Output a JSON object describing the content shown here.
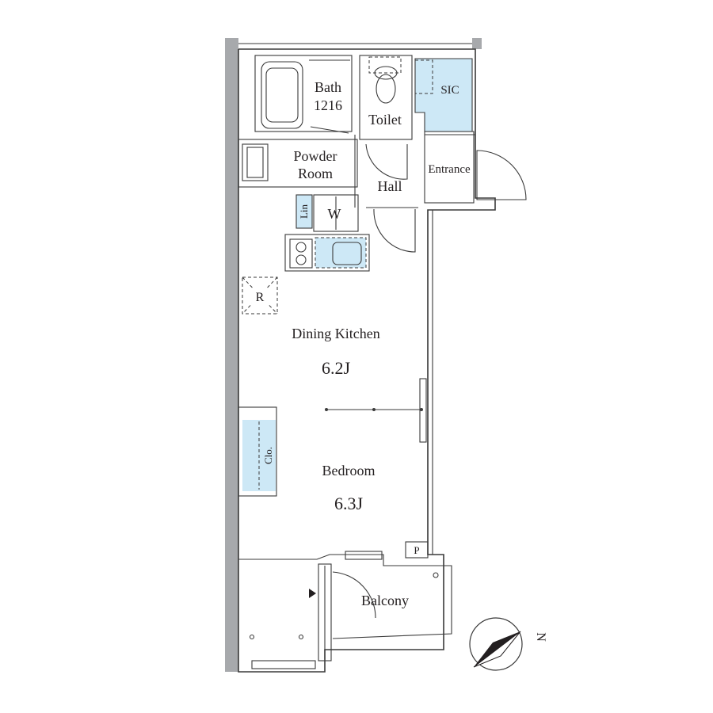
{
  "rooms": {
    "bath": {
      "name": "Bath",
      "size": "1216"
    },
    "toilet": {
      "name": "Toilet"
    },
    "sic": {
      "name": "SIC"
    },
    "powder_room": {
      "line1": "Powder",
      "line2": "Room"
    },
    "entrance": {
      "name": "Entrance"
    },
    "hall": {
      "name": "Hall"
    },
    "linen": {
      "name": "Lin"
    },
    "washer": {
      "name": "W"
    },
    "refrigerator": {
      "name": "R"
    },
    "dining_kitchen": {
      "name": "Dining Kitchen",
      "size": "6.2J"
    },
    "closet": {
      "name": "Clo."
    },
    "bedroom": {
      "name": "Bedroom",
      "size": "6.3J"
    },
    "pipe_space": {
      "name": "P"
    },
    "balcony": {
      "name": "Balcony"
    }
  },
  "compass": {
    "label": "N",
    "icon": "north-arrow-icon"
  },
  "colors": {
    "wall_fill": "#a7a9ac",
    "storage_fill": "#cde8f6",
    "line": "#3a3a3a",
    "text": "#231f20"
  }
}
